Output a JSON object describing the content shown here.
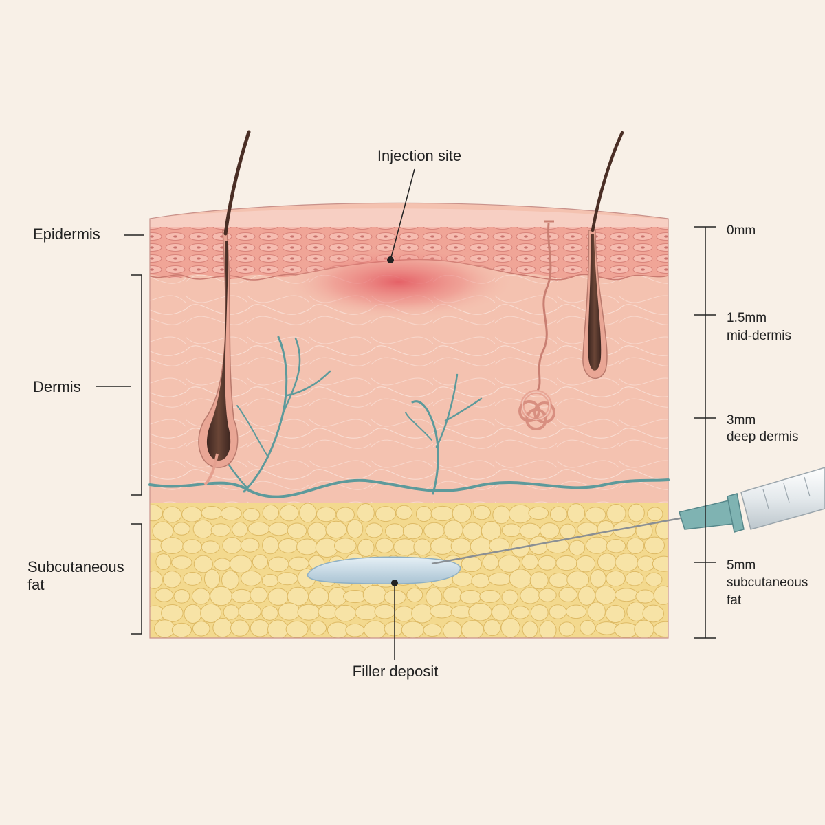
{
  "labels": {
    "injection_site": "Injection site",
    "epidermis": "Epidermis",
    "dermis": "Dermis",
    "subcutaneous_fat": "Subcutaneous\nfat",
    "filler_deposit": "Filler deposit"
  },
  "depth_scale": [
    {
      "value": "0mm",
      "desc": ""
    },
    {
      "value": "1.5mm",
      "desc": "mid-dermis"
    },
    {
      "value": "3mm",
      "desc": "deep dermis"
    },
    {
      "value": "5mm",
      "desc": "subcutaneous\nfat"
    }
  ],
  "colors": {
    "background": "#f8f0e7",
    "epidermis": "#f0a597",
    "dermis": "#f4c2b0",
    "fat": "#f3d98e",
    "vessel": "#5d9a9b",
    "hair": "#5a3a30",
    "filler": "#c9dde8",
    "inflammation": "#e2505a"
  }
}
